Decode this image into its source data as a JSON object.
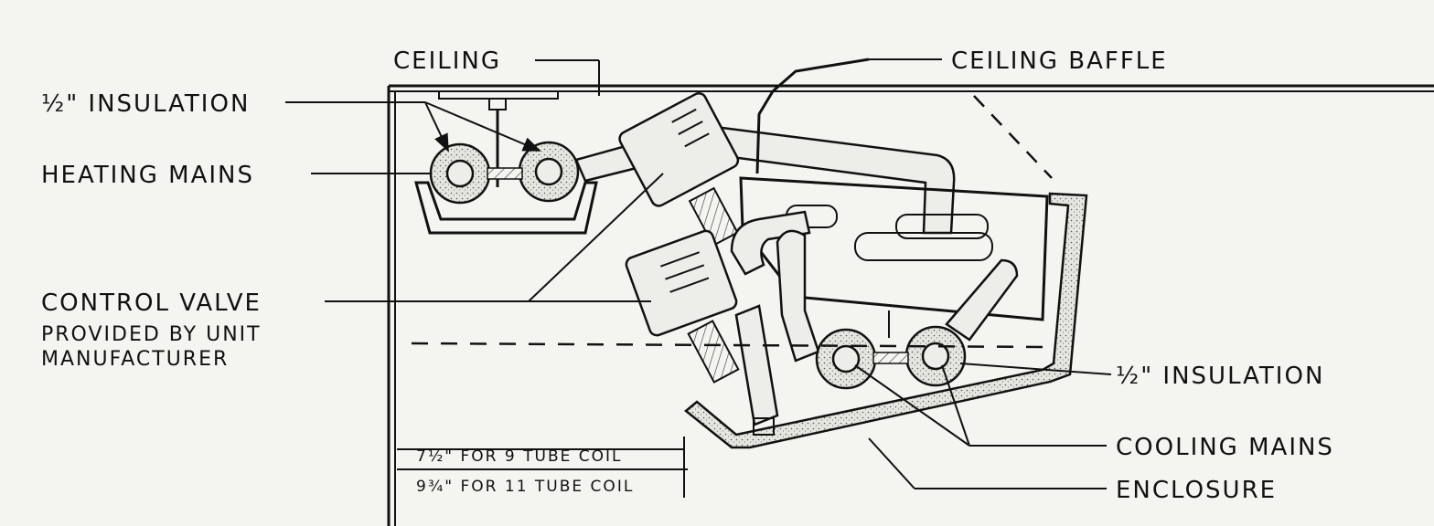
{
  "labels": {
    "ceiling": "CEILING",
    "ceiling_baffle": "CEILING BAFFLE",
    "insulation_left": "½\" INSULATION",
    "heating_mains": "HEATING MAINS",
    "control_valve": "CONTROL VALVE",
    "provided_by_unit": "PROVIDED BY UNIT",
    "manufacturer": "MANUFACTURER",
    "insulation_right": "½\" INSULATION",
    "cooling_mains": "COOLING MAINS",
    "enclosure": "ENCLOSURE"
  },
  "dimensions": {
    "nine_tube": "7½\" FOR 9 TUBE COIL",
    "eleven_tube": "9¾\" FOR 11 TUBE COIL"
  }
}
